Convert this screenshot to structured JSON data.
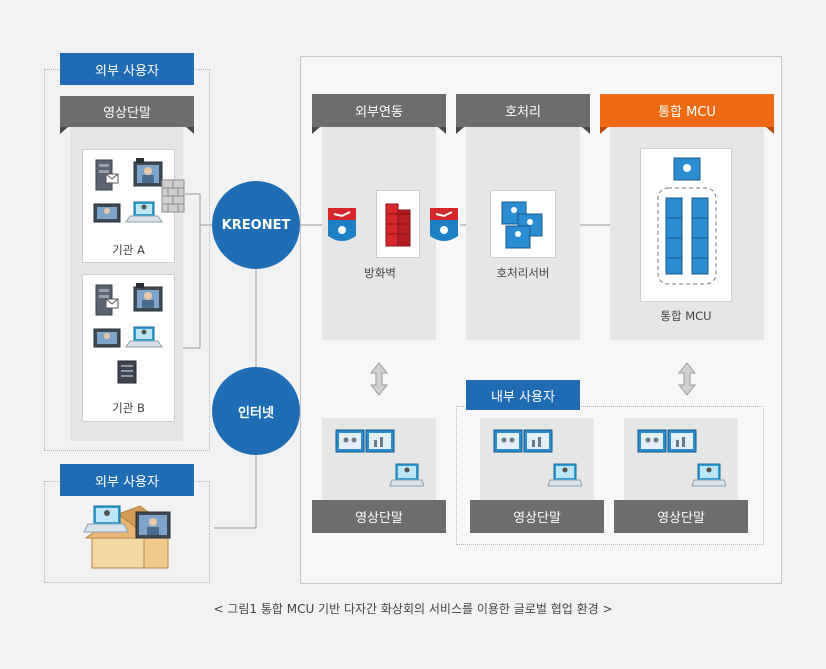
{
  "external_user_top": {
    "title": "외부 사용자"
  },
  "terminal_group_left": {
    "title": "영상단말"
  },
  "institution_a": {
    "label": "기관 A"
  },
  "institution_b": {
    "label": "기관 B"
  },
  "external_user_bottom": {
    "title": "외부 사용자"
  },
  "networks": {
    "kreonet": "KREONET",
    "internet": "인터넷"
  },
  "sections": {
    "external_link": "외부연동",
    "call_processing": "호처리",
    "integrated_mcu": "통합 MCU"
  },
  "devices": {
    "firewall": "방화벽",
    "call_server": "호처리서버",
    "mcu": "통합 MCU"
  },
  "internal_user": {
    "title": "내부 사용자"
  },
  "terminals": {
    "left": "영상단말",
    "middle": "영상단말",
    "right": "영상단말"
  },
  "caption": "< 그림1 통합 MCU 기반 다자간 화상회의 서비스를 이용한 글로벌 협업 환경 >",
  "colors": {
    "blue": "#1f6cb4",
    "gray_tag": "#6d6d6d",
    "orange": "#ef6a12",
    "panel": "#e6e6e6",
    "background": "#f2f2f2"
  }
}
